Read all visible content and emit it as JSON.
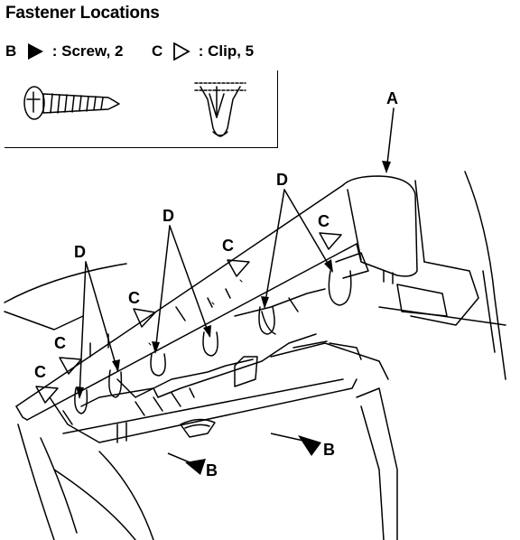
{
  "title": "Fastener Locations",
  "legend": {
    "screw_letter": "B",
    "screw_text": ": Screw, 2",
    "clip_letter": "C",
    "clip_text": ": Clip, 5"
  },
  "labels": {
    "a": "A",
    "b": "B",
    "c": "C",
    "d": "D"
  }
}
